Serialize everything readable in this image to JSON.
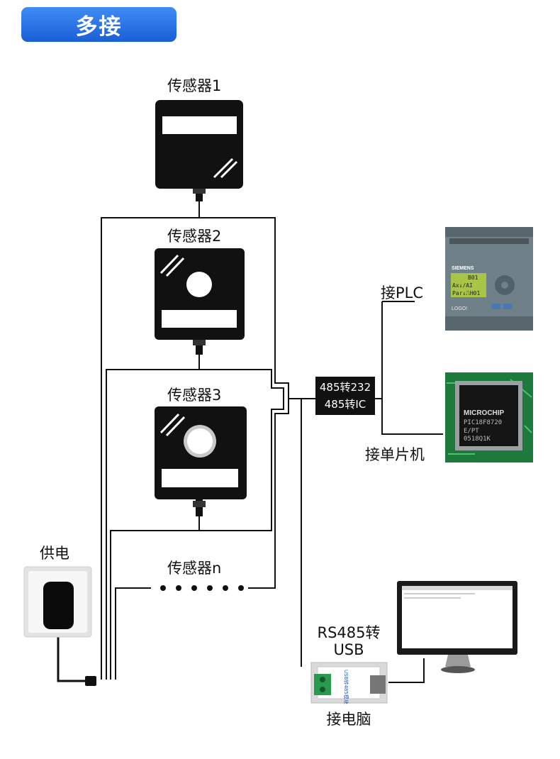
{
  "header": {
    "title": "多接"
  },
  "labels": {
    "sensor1": "传感器1",
    "sensor2": "传感器2",
    "sensor3": "传感器3",
    "sensorn": "传感器n",
    "power": "供电",
    "plc": "接PLC",
    "mcu": "接单片机",
    "converter_line1": "485转232",
    "converter_line2": "485转IC",
    "rs485_usb_line1": "RS485转",
    "rs485_usb_line2": "USB",
    "pc": "接电脑"
  },
  "device_text": {
    "plc_brand": "SIEMENS",
    "plc_model": "LOGO!",
    "plc_screen_line1": "B01",
    "plc_screen_line2": "Ax↓/AI",
    "plc_screen_line3": "Par↓⎍H01",
    "chip_brand": "MICROCHIP",
    "chip_model": "PIC18F8720",
    "chip_code": "E/PT",
    "chip_lot": "0518Q1K",
    "usb_module_text": "USB转485模块"
  },
  "icons": {
    "sensor1": "sensor-device-icon",
    "sensor2": "sensor-device-icon",
    "sensor3": "sensor-device-icon",
    "power": "wall-socket-adapter-icon",
    "plc": "plc-controller-icon",
    "mcu": "microchip-icon",
    "pc": "monitor-icon",
    "usb_module": "usb-rs485-module-icon"
  },
  "colors": {
    "accent": "#2a73e8",
    "line": "#111111",
    "plc_body": "#6f8089",
    "plc_screen": "#a8c548",
    "pcb_green": "#1e7a3c"
  }
}
